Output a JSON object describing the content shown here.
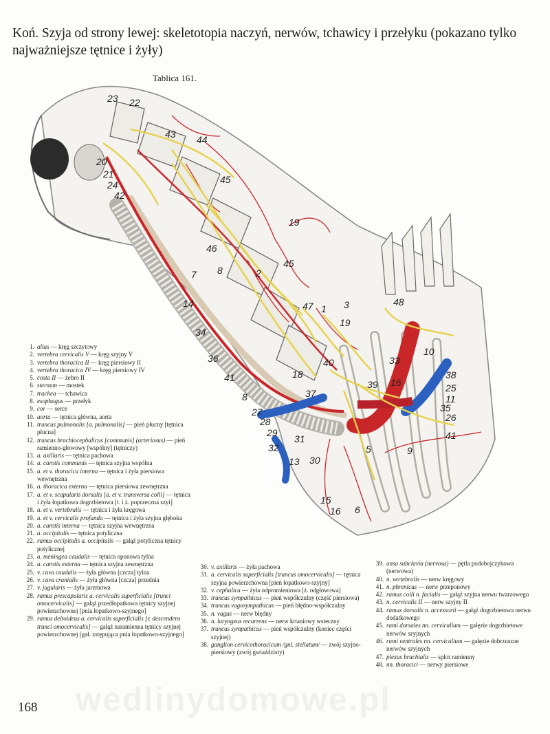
{
  "page": {
    "title": "Koń. Szyja od strony lewej: skeletotopia naczyń, nerwów, tchawicy i przełyku (pokazano tylko najważniejsze tętnice i żyły)",
    "plate_label": "Tablica 161.",
    "page_number": "168",
    "watermark": "wedlinydomowe.pl"
  },
  "figure": {
    "numbers": [
      "23",
      "22",
      "43",
      "44",
      "20",
      "21",
      "24",
      "42",
      "45",
      "19",
      "46",
      "45",
      "8",
      "2",
      "7",
      "14",
      "47",
      "3",
      "48",
      "1",
      "34",
      "36",
      "41",
      "18",
      "40",
      "19",
      "39",
      "33",
      "10",
      "38",
      "25",
      "11",
      "35",
      "26",
      "41",
      "37",
      "16",
      "8",
      "27",
      "28",
      "29",
      "32",
      "31",
      "30",
      "13",
      "15",
      "5",
      "9",
      "16",
      "6"
    ],
    "colors": {
      "artery": "#c9262a",
      "vein": "#2b5fc0",
      "nerve": "#e6d24a",
      "bone": "#eeece6",
      "skin": "#9a9a9a",
      "outline": "#3a3a3a"
    }
  },
  "legend": {
    "col1": [
      {
        "n": "1.",
        "lat": "alias",
        "pl": " — kręg szczytowy"
      },
      {
        "n": "2.",
        "lat": "vertebra cervicalis V",
        "pl": " — kręg szyjny V"
      },
      {
        "n": "3.",
        "lat": "vertebra thoracica II",
        "pl": " — kręg piersiowy II"
      },
      {
        "n": "4.",
        "lat": "vertebra thoracica IV",
        "pl": " — kręg piersiowy IV"
      },
      {
        "n": "5.",
        "lat": "costa II",
        "pl": " — żebro II"
      },
      {
        "n": "6.",
        "lat": "sternum",
        "pl": " — mostek"
      },
      {
        "n": "7.",
        "lat": "trachea",
        "pl": " — tchawica"
      },
      {
        "n": "8.",
        "lat": "esophagus",
        "pl": " — przełyk"
      },
      {
        "n": "9.",
        "lat": "cor",
        "pl": " — serce"
      },
      {
        "n": "10.",
        "lat": "aorta",
        "pl": " — tętnica główna, aorta"
      },
      {
        "n": "11.",
        "lat": "truncus pulmonalis [a. pulmonalis]",
        "pl": " — pień płucny [tętnica płucna]"
      },
      {
        "n": "12.",
        "lat": "truncus brachiocephalicus [communis] (arteriosus)",
        "pl": " — pień ramienno-głowowy [wspólny] (tętniczy)"
      },
      {
        "n": "13.",
        "lat": "a. axillaris",
        "pl": " — tętnica pachowa"
      },
      {
        "n": "14.",
        "lat": "a. carotis communis",
        "pl": " — tętnica szyjna wspólna"
      },
      {
        "n": "15.",
        "lat": "a. et v. thoracica interna",
        "pl": " — tętnica i żyła piersiowa wewnętrzna"
      },
      {
        "n": "16.",
        "lat": "a. thoracica externa",
        "pl": " — tętnica piersiowa zewnętrzna"
      },
      {
        "n": "17.",
        "lat": "a. et v. scapularis dorsalis [a. et v. transversa colli]",
        "pl": " — tętnica i żyła łopatkowa dogrzbietowa [t. i ż. poprzeczna szyi]"
      },
      {
        "n": "18.",
        "lat": "a. et v. vertebralis",
        "pl": " — tętnica i żyła kręgowa"
      },
      {
        "n": "19.",
        "lat": "a. et v. cervicalis profunda",
        "pl": " — tętnica i żyła szyjna głęboka"
      },
      {
        "n": "20.",
        "lat": "a. carotis interna",
        "pl": " — tętnica szyjna wewnętrzna"
      },
      {
        "n": "21.",
        "lat": "a. occipitalis",
        "pl": " — tętnica potyliczna"
      },
      {
        "n": "22.",
        "lat": "ramus occipitalis a. occipitalis",
        "pl": " — gałąź potyliczna tętnicy potylicznej"
      },
      {
        "n": "23.",
        "lat": "a. meningea caudalis",
        "pl": " — tętnica oponowa tylna"
      },
      {
        "n": "24.",
        "lat": "a. carotis externa",
        "pl": " — tętnica szyjna zewnętrzna"
      },
      {
        "n": "25.",
        "lat": "v. cava caudalis",
        "pl": " — żyła główna [czcza] tylna"
      },
      {
        "n": "26.",
        "lat": "v. cava cranialis",
        "pl": " — żyła główna [czcza] przednia"
      },
      {
        "n": "27.",
        "lat": "v. jugularis",
        "pl": " — żyła jarzmowa"
      },
      {
        "n": "28.",
        "lat": "ramus prescapularis a. cervicalis superficialis [trunci omocervicalis]",
        "pl": " — gałąź przedłopatkowa tętnicy szyjnej powierzchownej [pnia łopatkowo-szyjnego]"
      },
      {
        "n": "29.",
        "lat": "ramus deltoideus a. cervicalis superficialis [r. descendens trunci omocervicalis]",
        "pl": " — gałąź naramienna tętnicy szyjnej powierzchownej [gał. zstępująca pnia łopatkowo-szyjnego]"
      }
    ],
    "col2": [
      {
        "n": "30.",
        "lat": "v. axillaris",
        "pl": " — żyła pachowa"
      },
      {
        "n": "31.",
        "lat": "a. cervicalis superficialis [truncus omocervicalis]",
        "pl": " — tętnica szyjna powierzchowna [pień łopatkowo-szyjny]"
      },
      {
        "n": "32.",
        "lat": "v. cephalica",
        "pl": " — żyła odpromieniowa [ż. odgłowowa]"
      },
      {
        "n": "33.",
        "lat": "truncus sympathicus",
        "pl": " — pień współczulny (część piersiowa)"
      },
      {
        "n": "34.",
        "lat": "truncus vagosympathicus",
        "pl": " — pień błędno-współczulny"
      },
      {
        "n": "35.",
        "lat": "n. vagus",
        "pl": " — nerw błędny"
      },
      {
        "n": "36.",
        "lat": "n. laryngeus recurrens",
        "pl": " — nerw krtaniowy wsteczny"
      },
      {
        "n": "37.",
        "lat": "truncus sympathicus",
        "pl": " — pień współczulny (koniec części szyjnej)"
      },
      {
        "n": "38.",
        "lat": "ganglion cervicothoracicum /gnl. stellatum/",
        "pl": " — zwój szyjno-piersiowy (zwój gwiaździsty)"
      }
    ],
    "col3": [
      {
        "n": "39.",
        "lat": "ansa subclavia (nervosa)",
        "pl": " — pętla podobojczykowa (nerwowa)"
      },
      {
        "n": "40.",
        "lat": "n. vertebralis",
        "pl": " — nerw kręgowy"
      },
      {
        "n": "41.",
        "lat": "n. phrenicus",
        "pl": " — nerw przeponowy"
      },
      {
        "n": "42.",
        "lat": "ramus colli n. facialis",
        "pl": " — gałąź szyjna nerwu twarzowego"
      },
      {
        "n": "43.",
        "lat": "n. cervicalis II",
        "pl": " — nerw szyjny II"
      },
      {
        "n": "44.",
        "lat": "ramus dorsalis n. accessorii",
        "pl": " — gałąź dogrzbietowa nerwu dodatkowego"
      },
      {
        "n": "45.",
        "lat": "rami dorsales nn. cervicalium",
        "pl": " — gałęzie dogrzbietowe nerwów szyjnych"
      },
      {
        "n": "46.",
        "lat": "rami ventrales nn. cervicalium",
        "pl": " — gałęzie dobrzuszne nerwów szyjnych"
      },
      {
        "n": "47.",
        "lat": "plexus brachialis",
        "pl": " — splot ramienny"
      },
      {
        "n": "48.",
        "lat": "nn. thoracici",
        "pl": " — nerwy piersiowe"
      }
    ]
  }
}
